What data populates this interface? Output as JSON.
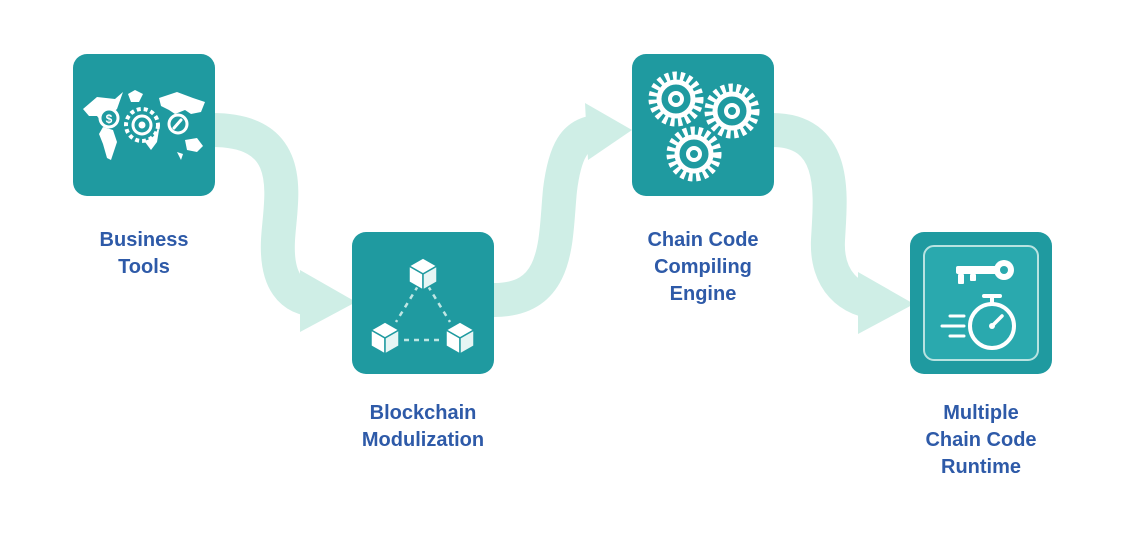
{
  "steps": [
    {
      "id": "business-tools",
      "icon": "world-map-gears-icon",
      "label_lines": [
        "Business",
        "Tools"
      ]
    },
    {
      "id": "blockchain-modulization",
      "icon": "connected-cubes-icon",
      "label_lines": [
        "Blockchain",
        "Modulization"
      ]
    },
    {
      "id": "chain-code-compiling-engine",
      "icon": "three-gears-icon",
      "label_lines": [
        "Chain Code",
        "Compiling",
        "Engine"
      ]
    },
    {
      "id": "multiple-chain-code-runtime",
      "icon": "key-stopwatch-icon",
      "label_lines": [
        "Multiple",
        "Chain Code",
        "Runtime"
      ]
    }
  ],
  "colors": {
    "card": "#1f9aa0",
    "card_inner": "#2aa9ae",
    "icon": "#ffffff",
    "arrow": "#cfeee6",
    "label": "#2e5aa8"
  }
}
